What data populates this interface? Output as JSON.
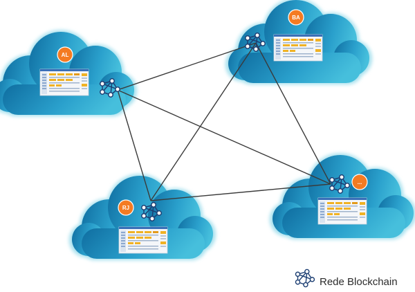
{
  "nodes": [
    {
      "id": "al",
      "label": "AL"
    },
    {
      "id": "ba",
      "label": "BA"
    },
    {
      "id": "rj",
      "label": "RJ"
    },
    {
      "id": "etc",
      "label": "..."
    }
  ],
  "legend": {
    "label": "Rede Blockchain",
    "icon": "blockchain-network-icon"
  },
  "colors": {
    "cloud_dark": "#1577a8",
    "cloud_light": "#3cb6d6",
    "cloud_glow": "#a8e1ee",
    "badge": "#f47b22",
    "link": "#3a3a3a",
    "network_icon": "#1d3f73",
    "panel_yellow": "#f0b224",
    "panel_blue": "#3a6fb8"
  }
}
